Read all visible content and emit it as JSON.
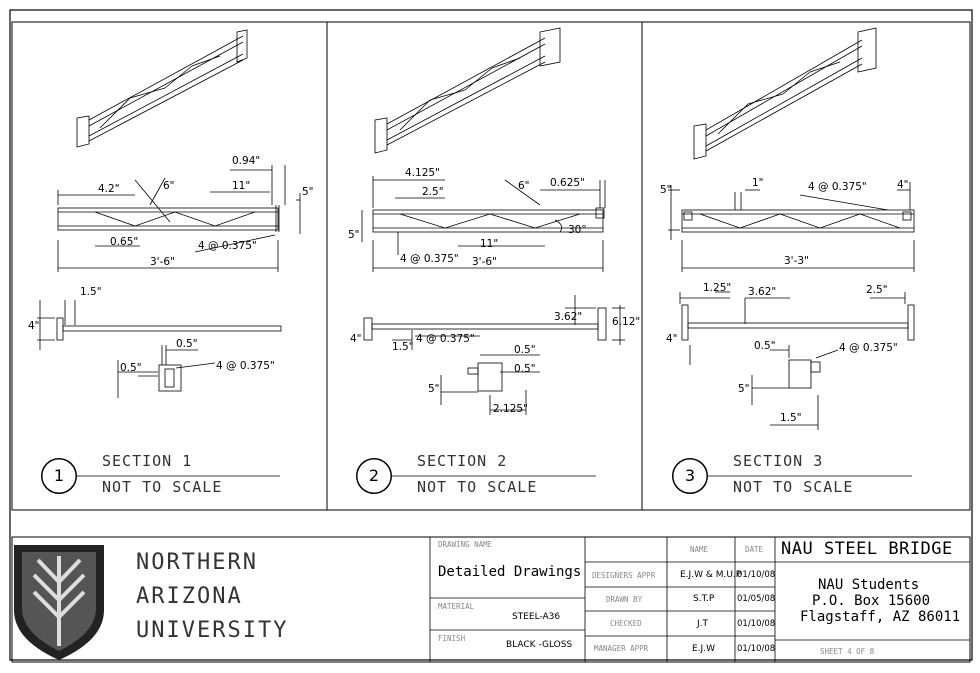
{
  "sections": [
    {
      "number": "1",
      "title": "SECTION 1",
      "scale_note": "NOT TO SCALE",
      "dims": [
        "0.94\"",
        "4.2\"",
        "6\"",
        "11\"",
        "5\"",
        "0.65\"",
        "4 @ 0.375\"",
        "3'-6\"",
        "1.5\"",
        "4\"",
        "0.5\"",
        "0.5\"",
        "4 @ 0.375\""
      ]
    },
    {
      "number": "2",
      "title": "SECTION 2",
      "scale_note": "NOT TO SCALE",
      "dims": [
        "4.125\"",
        "2.5\"",
        "6\"",
        "0.625\"",
        "5\"",
        "30°",
        "11\"",
        "4 @ 0.375\"",
        "3'-6\"",
        "3.62\"",
        "6.12\"",
        "4\"",
        "1.5\"",
        "4 @ 0.375\"",
        "0.5\"",
        "0.5\"",
        "5\"",
        "2.125\""
      ]
    },
    {
      "number": "3",
      "title": "SECTION 3",
      "scale_note": "NOT TO SCALE",
      "dims": [
        "5\"",
        "1\"",
        "4 @ 0.375\"",
        "4\"",
        "3'-3\"",
        "1.25\"",
        "3.62\"",
        "2.5\"",
        "4\"",
        "0.5\"",
        "4 @ 0.375\"",
        "5\"",
        "1.5\""
      ]
    }
  ],
  "title_block": {
    "university": [
      "NORTHERN",
      "ARIZONA",
      "UNIVERSITY"
    ],
    "drawing_name_label": "DRAWING NAME",
    "drawing_name": "Detailed Drawings",
    "material_label": "MATERIAL",
    "material": "STEEL-A36",
    "finish_label": "FINISH",
    "finish": "BLACK -GLOSS",
    "name_header": "NAME",
    "date_header": "DATE",
    "rows": [
      {
        "role": "DESIGNERS APPR",
        "name": "E.J.W & M.U.P",
        "date": "01/10/08"
      },
      {
        "role": "DRAWN BY",
        "name": "S.T.P",
        "date": "01/05/08"
      },
      {
        "role": "CHECKED",
        "name": "J.T",
        "date": "01/10/08"
      },
      {
        "role": "MANAGER APPR",
        "name": "E.J.W",
        "date": "01/10/08"
      }
    ],
    "project_title": "NAU STEEL BRIDGE",
    "address": [
      "NAU Students",
      "P.O. Box 15600",
      "Flagstaff, AZ 86011"
    ],
    "sheet": "SHEET 4 OF 8"
  }
}
